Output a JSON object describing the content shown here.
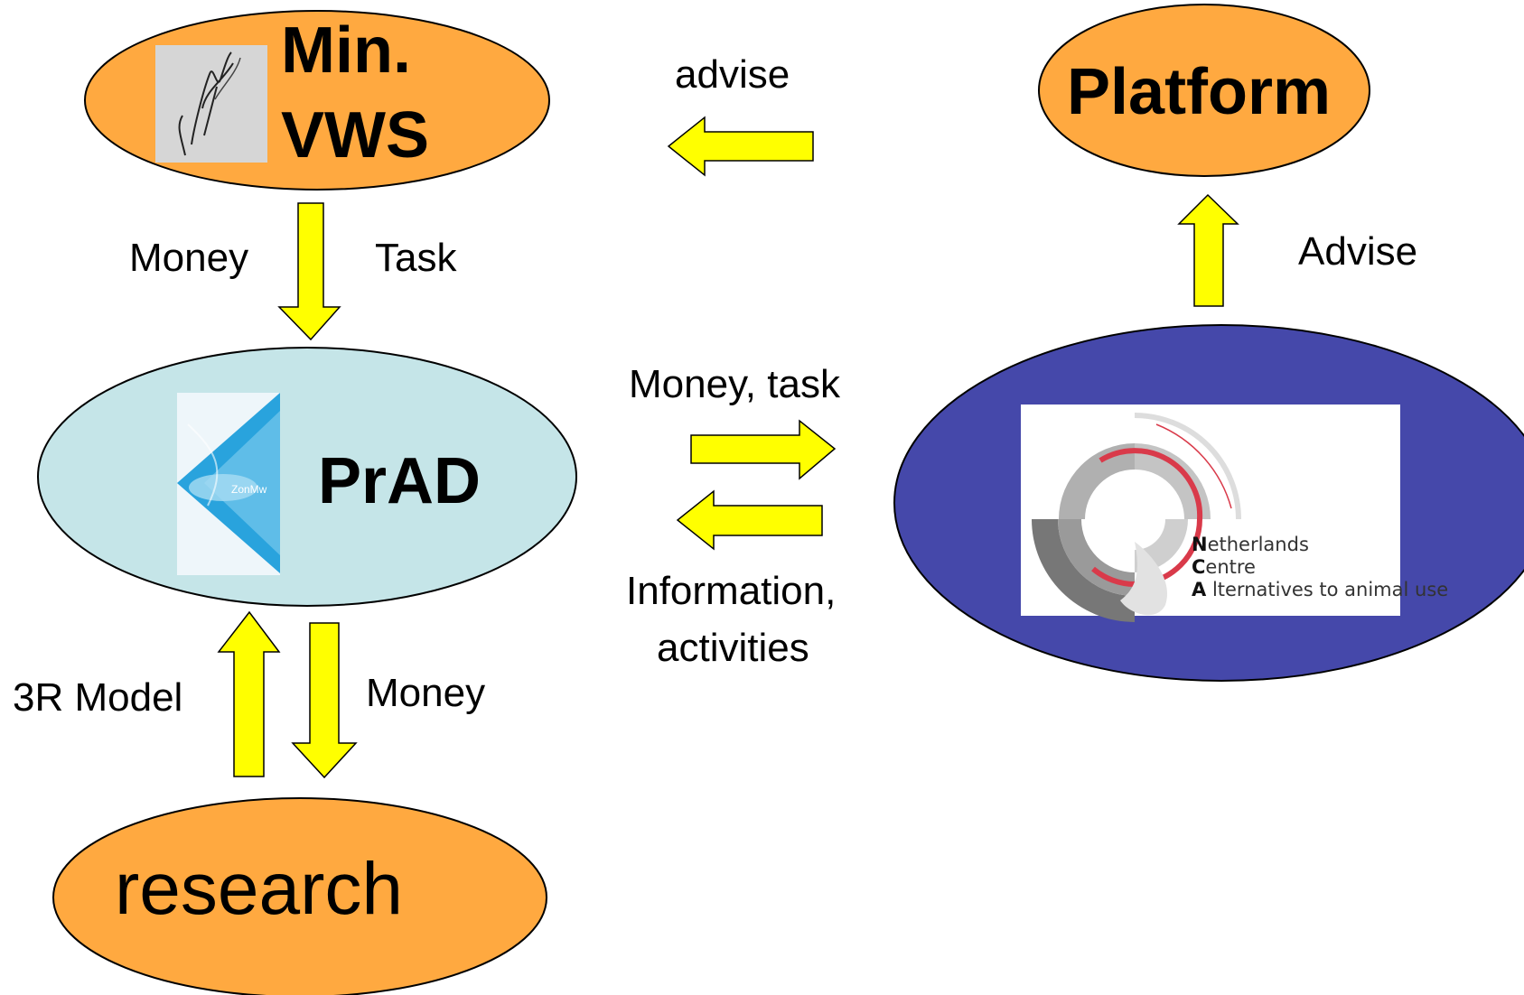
{
  "nodes": {
    "min_vws": {
      "line1": "Min.",
      "line2": "VWS",
      "color": "#ffa940"
    },
    "platform": {
      "label": "Platform",
      "color": "#ffa940"
    },
    "prad": {
      "label": "PrAD",
      "color": "#c5e5e8"
    },
    "nca": {
      "color": "#4548aa",
      "logo": {
        "line1_initial": "N",
        "line1_rest": "etherlands",
        "line2_initial": "C",
        "line2_rest": "entre",
        "line3_initial": "A",
        "line3_rest": " lternatives to animal use"
      }
    },
    "research": {
      "label": "research",
      "color": "#ffa940"
    },
    "zonmw_logo_text": "ZonMw"
  },
  "edges": {
    "advise_top": "advise",
    "money_down": "Money",
    "task_down": "Task",
    "advise_right": "Advise",
    "money_task": "Money, task",
    "information_line1": "Information,",
    "information_line2": "activities",
    "model_3r": "3R Model",
    "money_research": "Money"
  },
  "colors": {
    "arrow": "#ffff00",
    "outline": "#000000"
  }
}
